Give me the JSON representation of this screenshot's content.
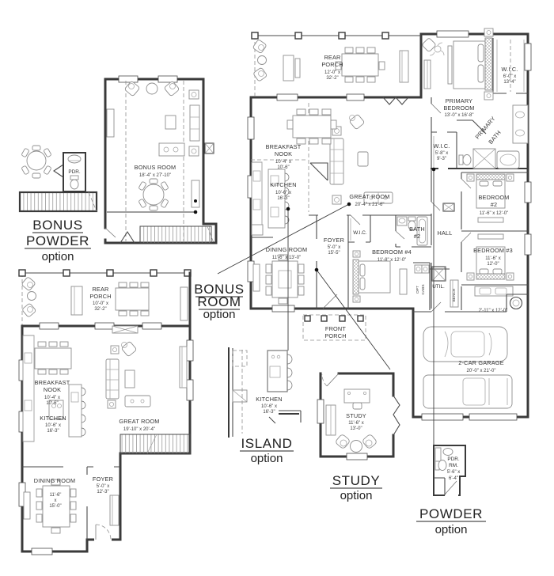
{
  "colors": {
    "wall": "#3a3a3a",
    "furniture": "#8f8f8f",
    "leader": "#3c3c3c",
    "text": "#333333",
    "caption": "#222222",
    "background": "#ffffff"
  },
  "plans": {
    "bonus_powder": {
      "caption": [
        "BONUS",
        "POWDER",
        "option"
      ],
      "bonus_room": [
        "BONUS ROOM",
        "18'-4\" x 27'-10\""
      ],
      "powder": "PDR."
    },
    "main": {
      "rear_porch": [
        "REAR",
        "PORCH",
        "12'-0\" x",
        "32'-2\""
      ],
      "primary_bedroom": [
        "PRIMARY",
        "BEDROOM",
        "13'-0\" x 16'-8\""
      ],
      "primary_wic": [
        "W.I.C.",
        "6'-0\" x",
        "13'-4\""
      ],
      "primary_bath": [
        "PRIMARY",
        "BATH"
      ],
      "wic_hall": [
        "W.I.C.",
        "5'-8\" x",
        "9'-3\""
      ],
      "breakfast_nook": [
        "BREAKFAST",
        "NOOK",
        "10'-4\" x",
        "10'-6\""
      ],
      "kitchen": [
        "KITCHEN",
        "10'-6\" x",
        "16'-3\""
      ],
      "great_room": [
        "GREAT ROOM",
        "20'-4\" x 21'-6\""
      ],
      "foyer": [
        "FOYER",
        "5'-0\" x",
        "15'-5\""
      ],
      "dining_room": [
        "DINING ROOM",
        "11'-6\" x 13'-0\""
      ],
      "wic_bed4": "W.I.C.",
      "bath2": [
        "BATH",
        "#2"
      ],
      "hall": "HALL",
      "bedroom2": [
        "BEDROOM",
        "#2",
        "11'-6\" x 12'-0\""
      ],
      "bedroom3": [
        "BEDROOM #3",
        "11'-6\" x",
        "12'-0\""
      ],
      "bedroom4": [
        "BEDROOM #4",
        "11'-8\" x 12'-0\""
      ],
      "util": "UTIL.",
      "bench": "BENCH",
      "opt_cabs": [
        "OPT",
        "CABS"
      ],
      "mud_dim": "2'-11\" x 12'-0\"",
      "front_porch": [
        "FRONT",
        "PORCH"
      ],
      "garage": [
        "2-CAR GARAGE",
        "20'-0\" x 21'-0\""
      ]
    },
    "bonus_room": {
      "caption": [
        "BONUS",
        "ROOM",
        "option"
      ],
      "rear_porch": [
        "REAR",
        "PORCH",
        "10'-0\" x",
        "32'-2\""
      ],
      "breakfast_nook": [
        "BREAKFAST",
        "NOOK",
        "10'-4\" x",
        "10'-6\""
      ],
      "kitchen": [
        "KITCHEN",
        "10'-6\" x",
        "16'-3\""
      ],
      "great_room": [
        "GREAT ROOM",
        "19'-10\" x 20'-4\""
      ],
      "dining_room": [
        "DINING ROOM",
        "11'-6\"",
        "x",
        "15'-0\""
      ],
      "foyer": [
        "FOYER",
        "5'-0\" x",
        "12'-3\""
      ]
    },
    "island": {
      "caption": [
        "ISLAND",
        "option"
      ],
      "kitchen": [
        "KITCHEN",
        "10'-6\" x",
        "16'-3\""
      ]
    },
    "study": {
      "caption": [
        "STUDY",
        "option"
      ],
      "study": [
        "STUDY",
        "11'-6\" x",
        "13'-0\""
      ]
    },
    "powder": {
      "caption": [
        "POWDER",
        "option"
      ],
      "powder_room": [
        "PDR.",
        "RM.",
        "5'-6\" x",
        "6'-4\""
      ]
    }
  }
}
